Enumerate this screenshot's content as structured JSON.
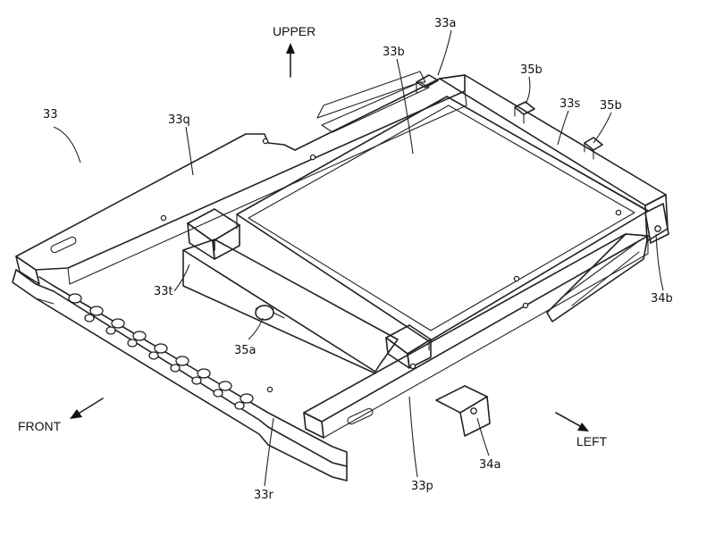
{
  "directions": {
    "upper": "UPPER",
    "front": "FRONT",
    "left": "LEFT"
  },
  "labels": {
    "l33": "33",
    "l33a": "33a",
    "l33b": "33b",
    "l33q": "33q",
    "l33s": "33s",
    "l35b_1": "35b",
    "l35b_2": "35b",
    "l33t": "33t",
    "l35a": "35a",
    "l34b": "34b",
    "l33r": "33r",
    "l33p": "33p",
    "l34a": "34a"
  }
}
